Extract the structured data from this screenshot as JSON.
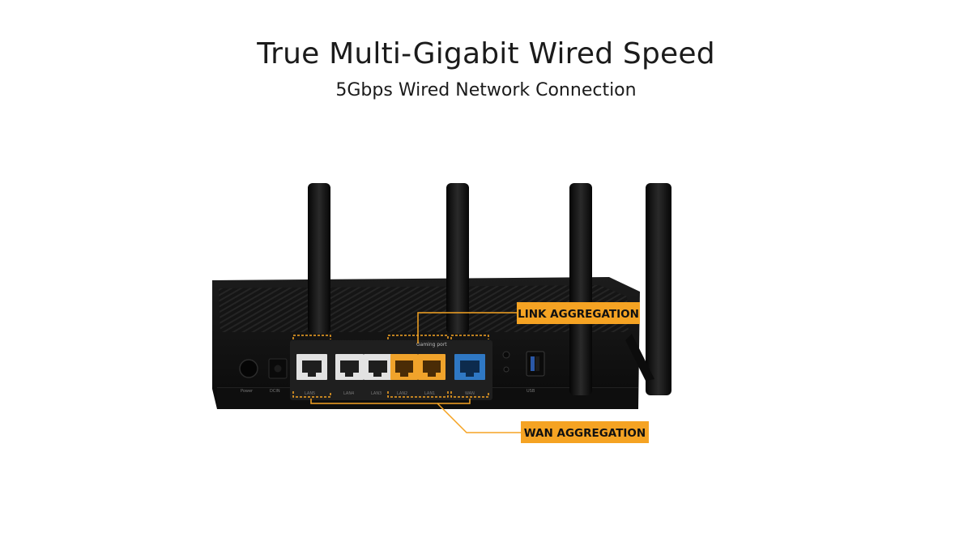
{
  "header": {
    "title": "True Multi-Gigabit Wired Speed",
    "subtitle": "5Gbps Wired Network Connection"
  },
  "callouts": {
    "link_aggregation": "LINK AGGREGATION",
    "wan_aggregation": "WAN AGGREGATION"
  },
  "router": {
    "gaming_port_label": "Gaming port"
  },
  "colors": {
    "accent_orange": "#f5a323",
    "wan_blue": "#2f78c4",
    "router_body": "#121212",
    "background": "#ffffff"
  }
}
